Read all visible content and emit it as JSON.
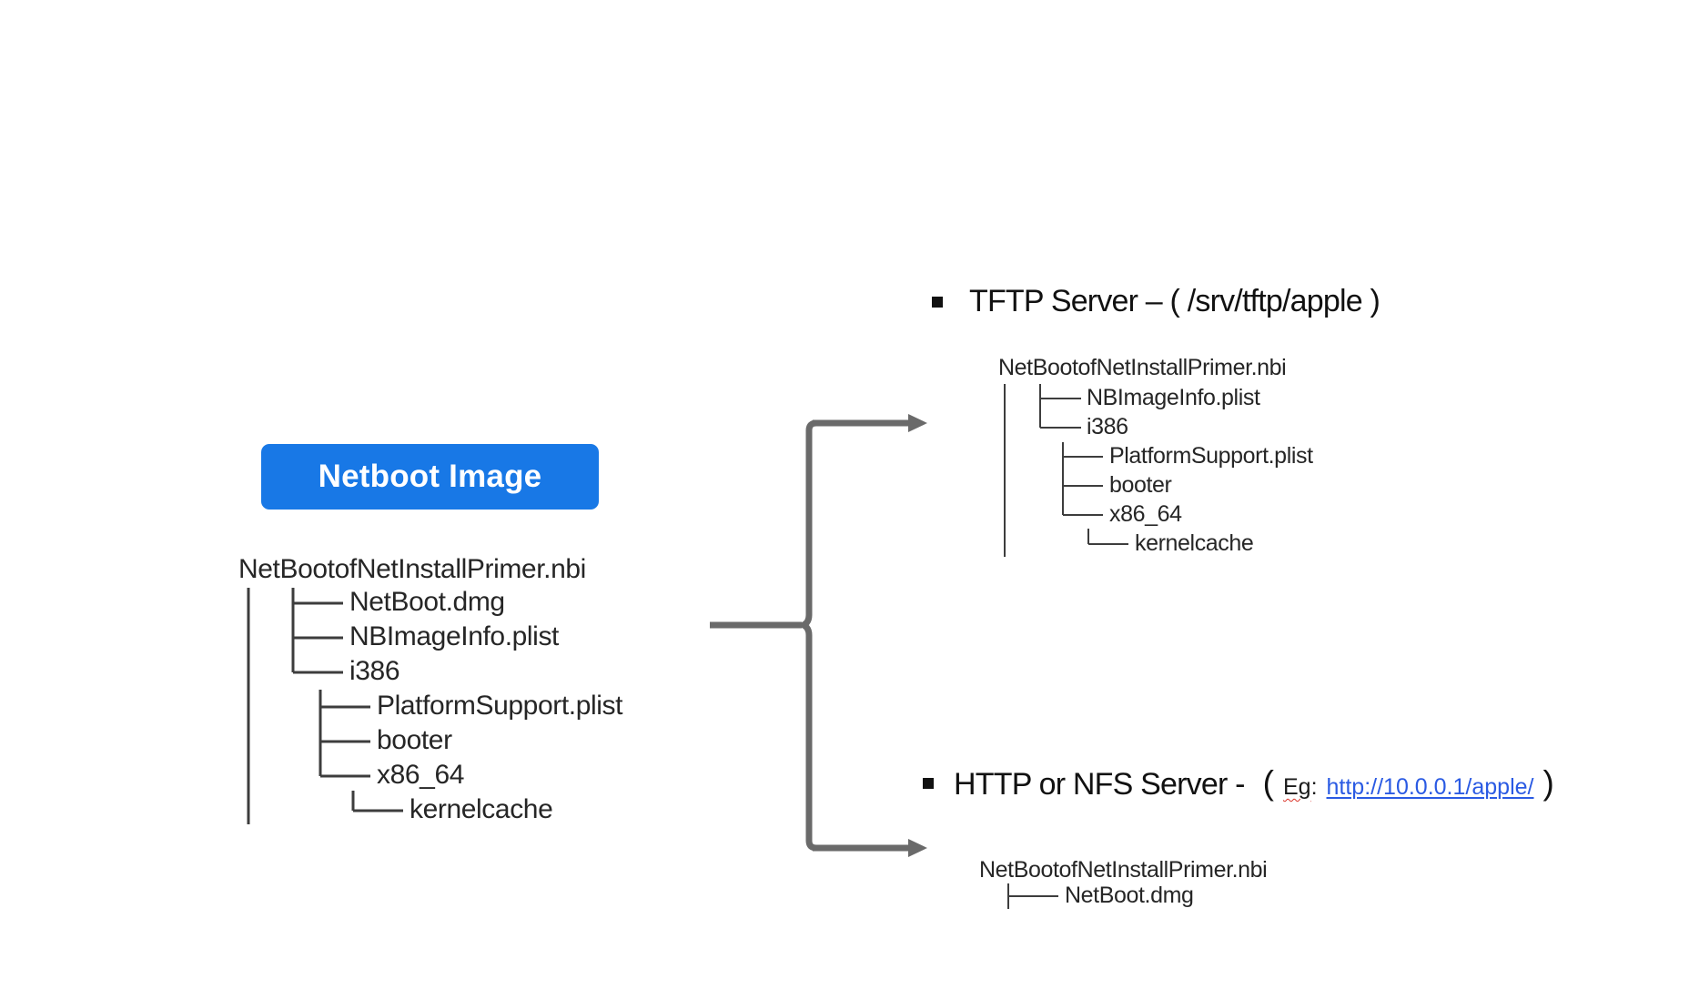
{
  "netboot_button": {
    "label": "Netboot Image"
  },
  "source_tree": {
    "root": "NetBootofNetInstallPrimer.nbi",
    "items": [
      {
        "label": "NetBoot.dmg",
        "level": 2,
        "branch": "tee"
      },
      {
        "label": "NBImageInfo.plist",
        "level": 2,
        "branch": "tee"
      },
      {
        "label": "i386",
        "level": 2,
        "branch": "corner"
      },
      {
        "label": "PlatformSupport.plist",
        "level": 3,
        "branch": "tee"
      },
      {
        "label": "booter",
        "level": 3,
        "branch": "tee"
      },
      {
        "label": "x86_64",
        "level": 3,
        "branch": "corner"
      },
      {
        "label": "kernelcache",
        "level": 4,
        "branch": "corner"
      }
    ]
  },
  "tftp_section": {
    "heading": "TFTP Server – ( /srv/tftp/apple )",
    "tree": {
      "root": "NetBootofNetInstallPrimer.nbi",
      "items": [
        {
          "label": "NBImageInfo.plist",
          "level": 2,
          "branch": "tee"
        },
        {
          "label": "i386",
          "level": 2,
          "branch": "corner"
        },
        {
          "label": "PlatformSupport.plist",
          "level": 3,
          "branch": "tee"
        },
        {
          "label": "booter",
          "level": 3,
          "branch": "tee"
        },
        {
          "label": "x86_64",
          "level": 3,
          "branch": "corner"
        },
        {
          "label": "kernelcache",
          "level": 4,
          "branch": "corner"
        }
      ]
    }
  },
  "http_section": {
    "heading": "HTTP or NFS Server -",
    "paren_open": "(",
    "eg_word": "Eg",
    "eg_colon": ":",
    "link_text": "http://10.0.0.1/apple/",
    "paren_close": ")",
    "tree": {
      "root": "NetBootofNetInstallPrimer.nbi",
      "items": [
        {
          "label": "NetBoot.dmg",
          "level": 2,
          "branch": "tee"
        }
      ]
    }
  },
  "colors": {
    "button_blue": "#1878e6",
    "link_blue": "#2a5ae3",
    "arrow_gray": "#6a6a6a",
    "tree_line": "#3d3d3d",
    "tree_text": "#262626",
    "heading_text": "#111111",
    "squiggle_red": "#d93025"
  }
}
